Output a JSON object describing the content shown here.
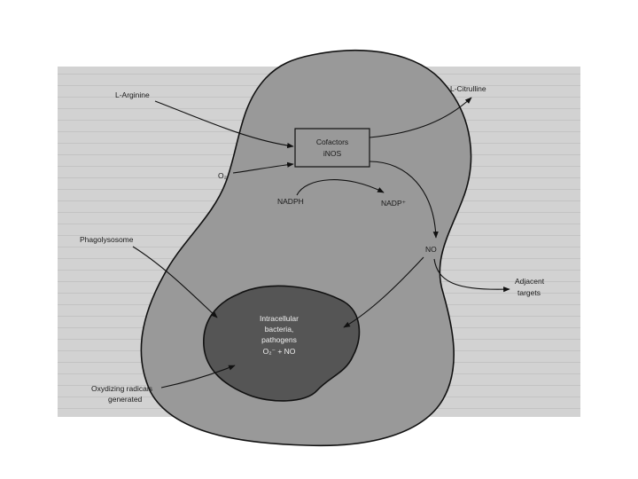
{
  "diagram": {
    "arginine": "L-Arginine",
    "citrulline": "L-Citrulline",
    "cofactors": "Cofactors",
    "inos": "iNOS",
    "o2": "O₂",
    "nadph": "NADPH",
    "nadp": "NADP⁺",
    "no": "NO",
    "adjacent1": "Adjacent",
    "adjacent2": "targets",
    "phagolysosome": "Phagolysosome",
    "bacteria1": "Intracellular",
    "bacteria2": "bacteria,",
    "bacteria3": "pathogens",
    "bacteria4": "O₂⁻ + NO",
    "oxidizing1": "Oxydizing radicals",
    "oxidizing2": "generated"
  },
  "colors": {
    "cell": "#999999",
    "vacuole": "#555555",
    "background_scan": "#d2d2d2",
    "outline": "#111111"
  }
}
